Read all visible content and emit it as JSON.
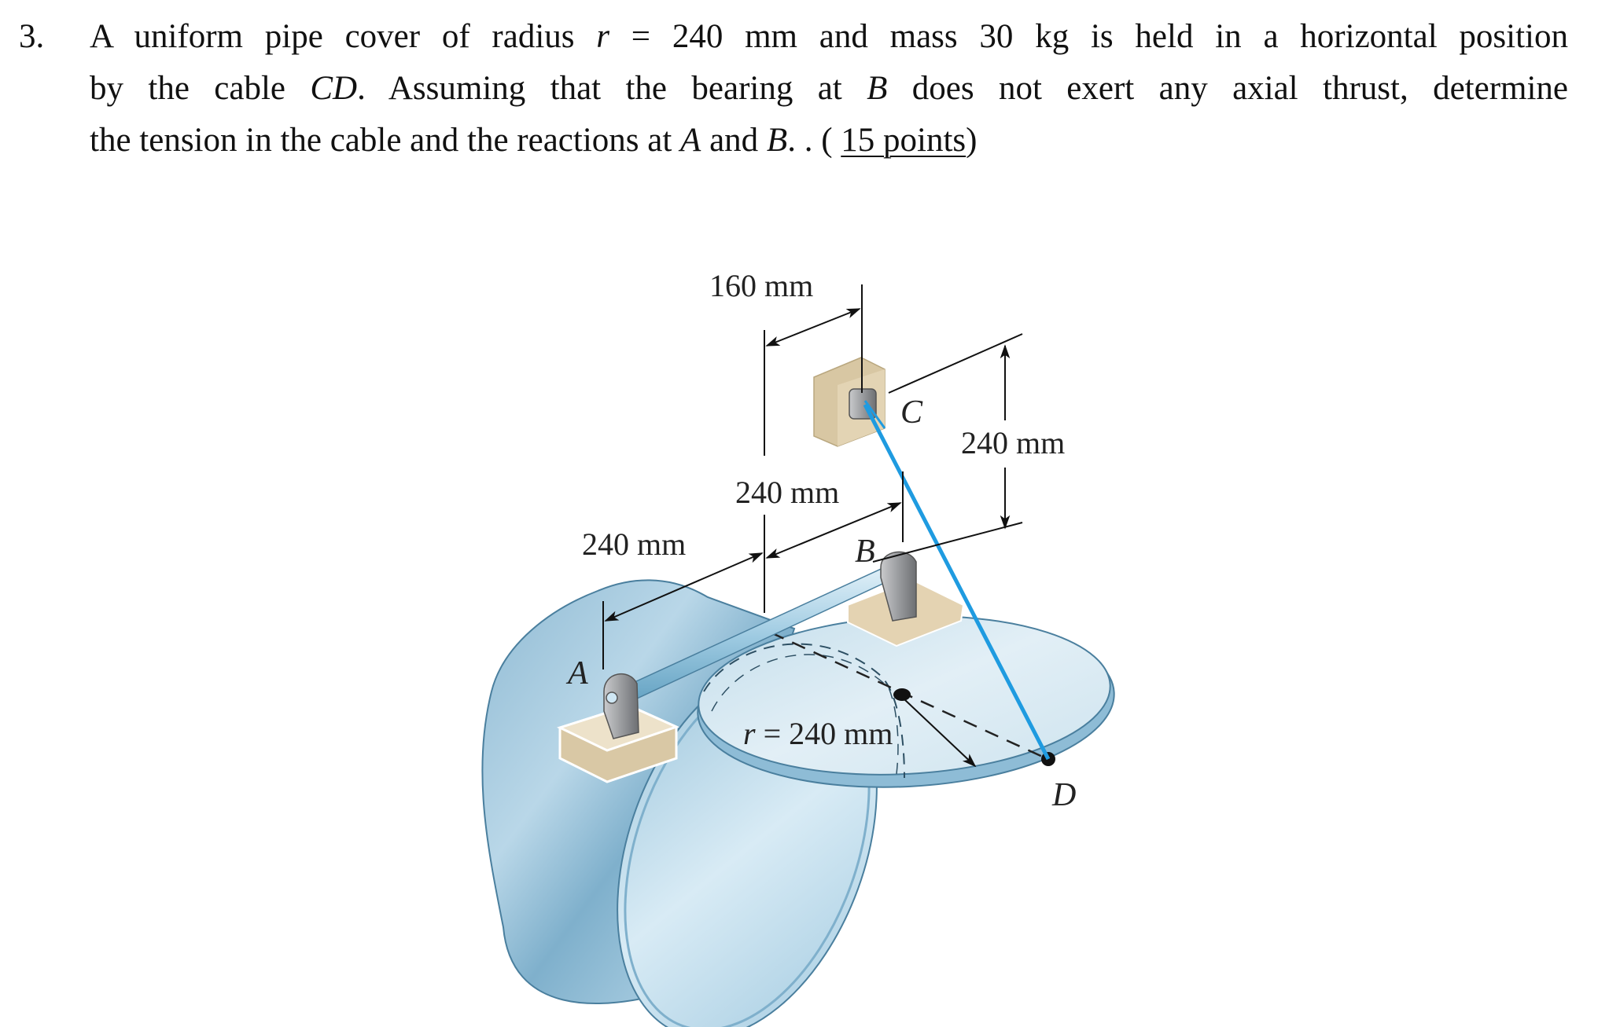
{
  "problem": {
    "number": "3.",
    "line1": {
      "pre": "A uniform pipe cover of radius ",
      "var_r": "r",
      "post": " = 240 mm and mass 30 kg is held in a horizontal position"
    },
    "line2": {
      "pre": "by the cable ",
      "var_cd": "CD",
      "mid": ". Assuming that the bearing at ",
      "var_b": "B",
      "post": " does not exert any axial thrust, determine"
    },
    "line3": {
      "pre": "the tension in the cable and the reactions at ",
      "var_a": "A",
      "mid": " and ",
      "var_b": "B",
      "post_pre": ". . ( ",
      "points": "15 points",
      "post": ")"
    }
  },
  "figure": {
    "dimensions": {
      "dim_160": "160 mm",
      "dim_240_vertical": "240 mm",
      "dim_240_ab_upper": "240 mm",
      "dim_240_ab_lower": "240 mm",
      "radius_label_var": "r",
      "radius_label_value": " = 240 mm"
    },
    "points": {
      "A": "A",
      "B": "B",
      "C": "C",
      "D": "D"
    },
    "colors": {
      "pipe": "#9cc6dc",
      "pipe_dark": "#6fa6c4",
      "cover": "#d5e7f1",
      "cable": "#1f9be0",
      "base_block": "#e3d5b8",
      "bearing": "#8e9092",
      "wall_block": "#d9c9a6"
    }
  }
}
